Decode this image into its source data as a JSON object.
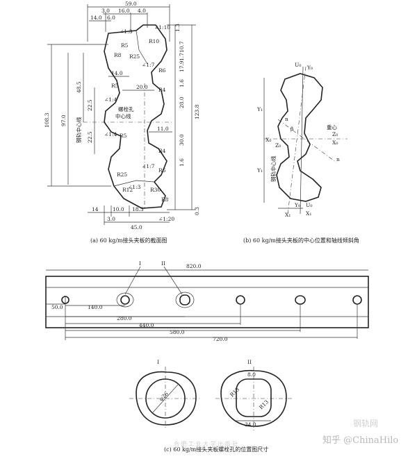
{
  "panel_a": {
    "caption": "(a) 60 kg/m接头夹板的截面图",
    "dims_top": [
      "59.0",
      "3.0",
      "16.0",
      "4.0",
      "14.0",
      "6.0",
      "∠1:3",
      "∠1:10",
      "1.3"
    ],
    "radii": [
      "R5",
      "R10",
      "R8",
      "R25",
      "R6",
      "R4",
      "R5",
      "R5",
      "R4",
      "R6",
      "R25",
      "R12",
      "R30",
      "R8"
    ],
    "slopes": [
      "∠1:7",
      "∠1:4",
      "∠1:4",
      "∠1:7",
      "∠1:3",
      "∠1:20"
    ],
    "dims_left": [
      "108.3",
      "97.0",
      "48.5",
      "22.5",
      "22.5"
    ],
    "dims_right": [
      "10.7",
      "17.9",
      "1.7",
      "1.6",
      "28.0",
      "123.8",
      "30.0",
      "1.6",
      "0.3"
    ],
    "dims_mid": [
      "14.0",
      "20.0",
      "11.0"
    ],
    "dims_bottom": [
      "14",
      "10.0",
      "18.3",
      "3.0",
      "45.0"
    ],
    "label_bolt_center": "螺栓孔\n中心线",
    "label_bolt_line1": "螺栓孔",
    "label_bolt_line2": "中心线",
    "label_rail_center": "钢轨中心线"
  },
  "panel_b": {
    "caption": "(b) 60 kg/m接头夹板的中心位置和轴线倾斜角",
    "axis_labels": [
      "U₀",
      "Y₀",
      "Y₁",
      "X₀",
      "Z₀",
      "Z₀",
      "X₀",
      "n",
      "n",
      "β",
      "Y₁",
      "X₁",
      "Y₀",
      "U₀",
      "X₁"
    ],
    "label_centroid": "重心",
    "label_rail_center": "钢轨中心线"
  },
  "panel_c": {
    "caption": "(c) 60 kg/m接头夹板螺栓孔的位置图尺寸",
    "total_length": "820.0",
    "hole_markers": [
      "I",
      "II"
    ],
    "offsets": [
      "50.0",
      "140.0",
      "280.0",
      "440.0",
      "580.0",
      "720.0"
    ],
    "detail_labels": [
      "I",
      "II"
    ],
    "hole_1_diameter": "φ26",
    "hole_2_dims": [
      "8.0",
      "R13",
      "R13",
      "34.0"
    ]
  },
  "watermark": {
    "logo_text": "知乎 @ChinaHilo",
    "corner_text": "钢轨网",
    "faint_text": "合·肥·工·业·大·学·出·版·社"
  }
}
